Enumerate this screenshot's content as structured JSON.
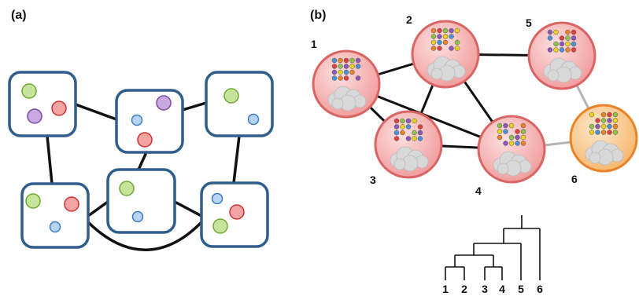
{
  "panels": {
    "a": {
      "label": "(a)"
    },
    "b": {
      "label": "(b)"
    }
  },
  "colors": {
    "box_stroke": "#2f5d8c",
    "edge": "#111111",
    "edge_gray": "#b4b4b4",
    "dot_green": "#8bc34a",
    "dot_red": "#e0403f",
    "dot_purple": "#8c57b6",
    "dot_blue": "#4a90d9",
    "dot_orange": "#e8832a",
    "dot_yellow": "#e6d21e",
    "node_red_fill": "#f4a5a5",
    "node_red_stroke": "#d96565",
    "node_orange_fill": "#f8c98a",
    "node_orange_stroke": "#e8832a",
    "cloud": "#d8d8d8"
  },
  "nodes": [
    {
      "id": "node-1",
      "label": "1",
      "type": "red"
    },
    {
      "id": "node-2",
      "label": "2",
      "type": "red"
    },
    {
      "id": "node-3",
      "label": "3",
      "type": "red"
    },
    {
      "id": "node-4",
      "label": "4",
      "type": "red"
    },
    {
      "id": "node-5",
      "label": "5",
      "type": "red"
    },
    {
      "id": "node-6",
      "label": "6",
      "type": "orange"
    }
  ],
  "edges": [
    {
      "from": "1",
      "to": "2",
      "style": "black"
    },
    {
      "from": "1",
      "to": "3",
      "style": "black"
    },
    {
      "from": "1",
      "to": "4",
      "style": "black"
    },
    {
      "from": "2",
      "to": "3",
      "style": "black"
    },
    {
      "from": "2",
      "to": "4",
      "style": "black"
    },
    {
      "from": "2",
      "to": "5",
      "style": "black"
    },
    {
      "from": "3",
      "to": "4",
      "style": "black"
    },
    {
      "from": "4",
      "to": "6",
      "style": "gray"
    },
    {
      "from": "5",
      "to": "6",
      "style": "gray"
    }
  ],
  "dendrogram": {
    "leaves": [
      "1",
      "2",
      "3",
      "4",
      "5",
      "6"
    ],
    "merges": [
      [
        "1",
        "2"
      ],
      [
        "3",
        "4"
      ],
      [
        "12",
        "34"
      ],
      [
        "1234",
        "5"
      ],
      [
        "12345",
        "6"
      ]
    ]
  }
}
